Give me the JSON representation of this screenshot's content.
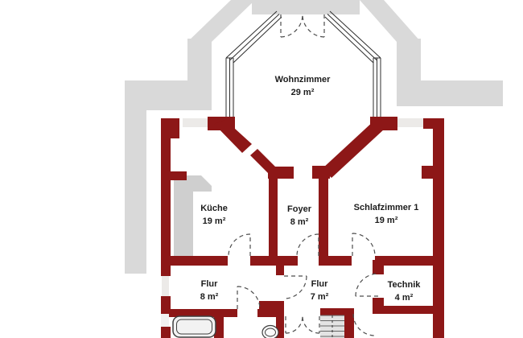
{
  "floorplan": {
    "rooms": [
      {
        "name": "Wohnzimmer",
        "area": "29 m²"
      },
      {
        "name": "Küche",
        "area": "19 m²"
      },
      {
        "name": "Foyer",
        "area": "8 m²"
      },
      {
        "name": "Schlafzimmer 1",
        "area": "19 m²"
      },
      {
        "name": "Flur",
        "area": "8 m²"
      },
      {
        "name": "Flur",
        "area": "7 m²"
      },
      {
        "name": "Technik",
        "area": "4 m²"
      }
    ],
    "colors": {
      "wall": "#8d1717",
      "adjacent_outline": "#d9d9d9",
      "window_fill": "#eceae8",
      "fixture_line": "#3f3f3f",
      "door_swing": "#4d4d4d",
      "background": "#ffffff",
      "label_text": "#1c1c1c"
    },
    "fixtures": [
      "bay-window",
      "french-double-door",
      "bathtub",
      "staircase",
      "sink",
      "chimney-block",
      "door-swings"
    ]
  }
}
